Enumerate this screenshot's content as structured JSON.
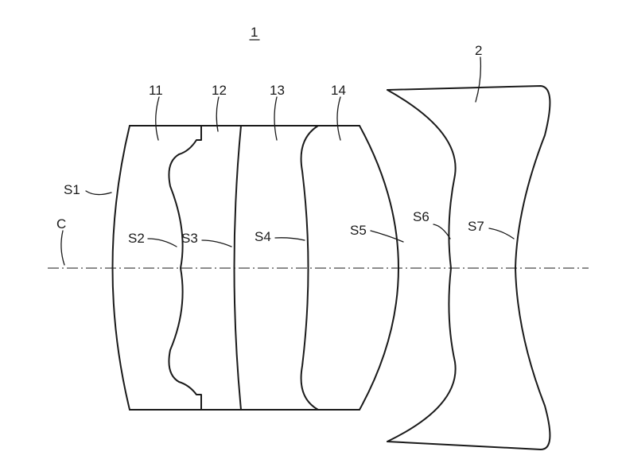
{
  "figure": {
    "assembly_label": "1",
    "axis_label": "C",
    "lens_labels": [
      "11",
      "12",
      "13",
      "14"
    ],
    "element_2_label": "2",
    "surface_labels": [
      "S1",
      "S2",
      "S3",
      "S4",
      "S5",
      "S6",
      "S7"
    ]
  }
}
